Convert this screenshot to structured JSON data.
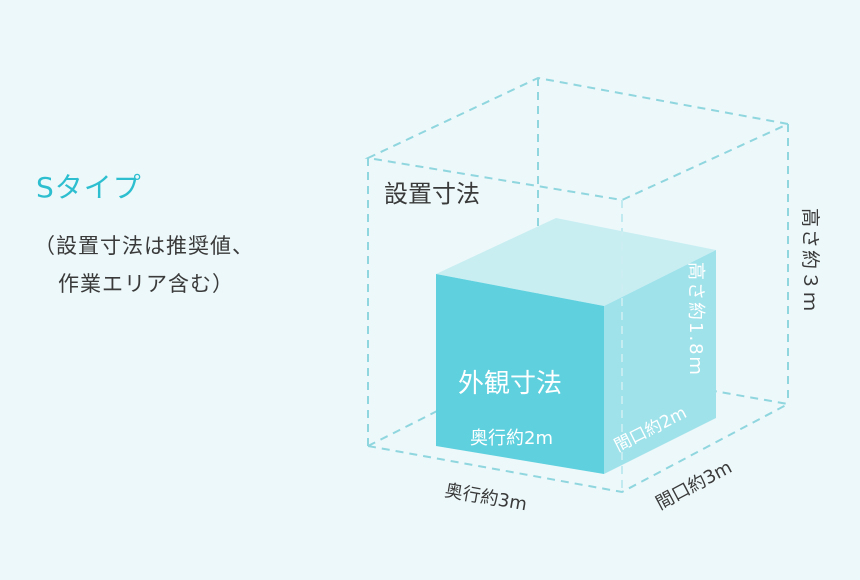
{
  "type_title": "Sタイプ",
  "note_line1": "（設置寸法は推奨値、",
  "note_line2": "作業エリア含む）",
  "outer_box": {
    "label": "設置寸法",
    "height": "高さ約３ｍ",
    "depth": "奥行約3m",
    "width": "間口約3m"
  },
  "inner_box": {
    "label": "外観寸法",
    "height": "高さ約1.8ｍ",
    "depth": "奥行約2m",
    "width": "間口約2m"
  },
  "colors": {
    "accent": "#2dbfd0",
    "cube_front": "#5fd0de",
    "cube_top": "#c8eef2",
    "cube_side": "#a0e2ea",
    "dash": "#8fd6df",
    "background": "#edf8fa"
  }
}
